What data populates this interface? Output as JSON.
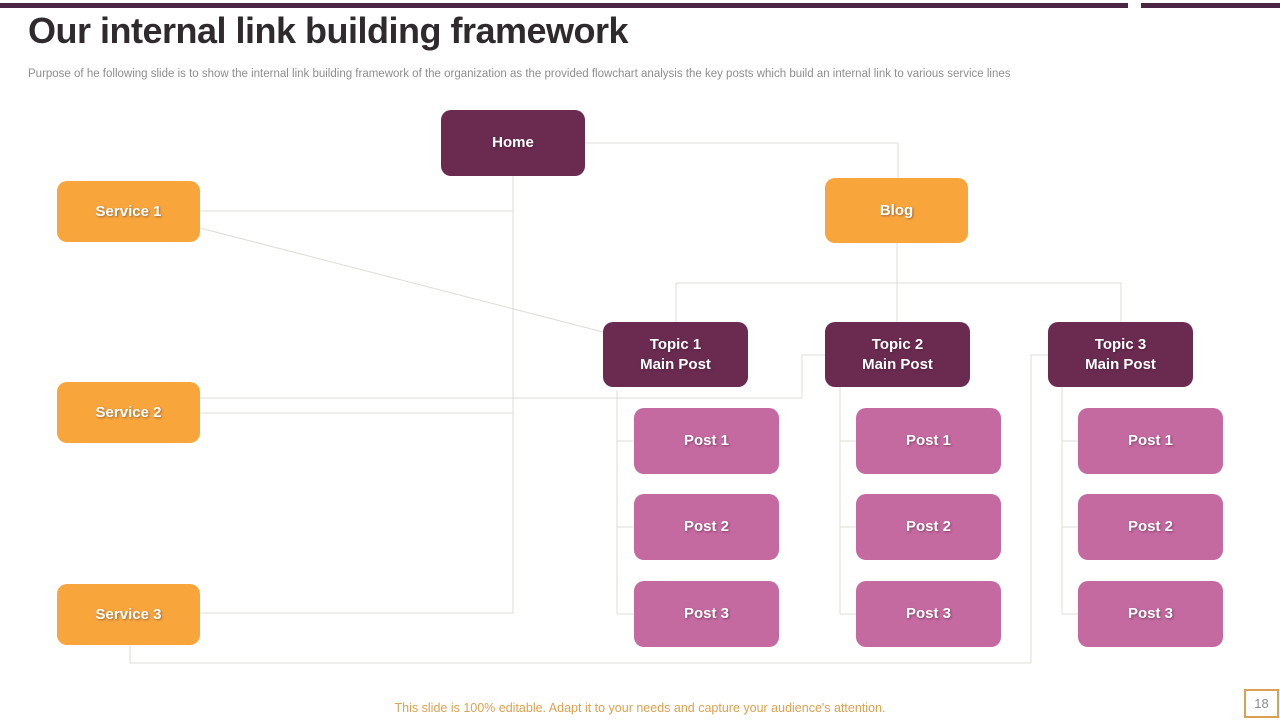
{
  "slide": {
    "title": "Our internal link building framework",
    "subtitle": "Purpose of he following slide is to show the internal link building framework of the organization as the provided flowchart analysis the key posts which build an internal link to various service lines",
    "footer_note": "This slide is 100% editable. Adapt it to your needs and capture your audience's attention.",
    "page_number": "18"
  },
  "diagram": {
    "home": {
      "label": "Home"
    },
    "blog": {
      "label": "Blog"
    },
    "services": [
      {
        "label": "Service 1"
      },
      {
        "label": "Service 2"
      },
      {
        "label": "Service 3"
      }
    ],
    "topics": [
      {
        "line1": "Topic 1",
        "line2": "Main Post",
        "posts": [
          "Post 1",
          "Post 2",
          "Post 3"
        ]
      },
      {
        "line1": "Topic 2",
        "line2": "Main Post",
        "posts": [
          "Post 1",
          "Post 2",
          "Post 3"
        ]
      },
      {
        "line1": "Topic 3",
        "line2": "Main Post",
        "posts": [
          "Post 1",
          "Post 2",
          "Post 3"
        ]
      }
    ]
  },
  "colors": {
    "top_bar": "#4A2644",
    "primary_dark": "#6B2B51",
    "accent_orange": "#F8A63C",
    "accent_pink": "#C569A1",
    "connector_line": "#DEDCD6",
    "footer_text": "#DFA04F",
    "page_border": "#D8A153"
  }
}
